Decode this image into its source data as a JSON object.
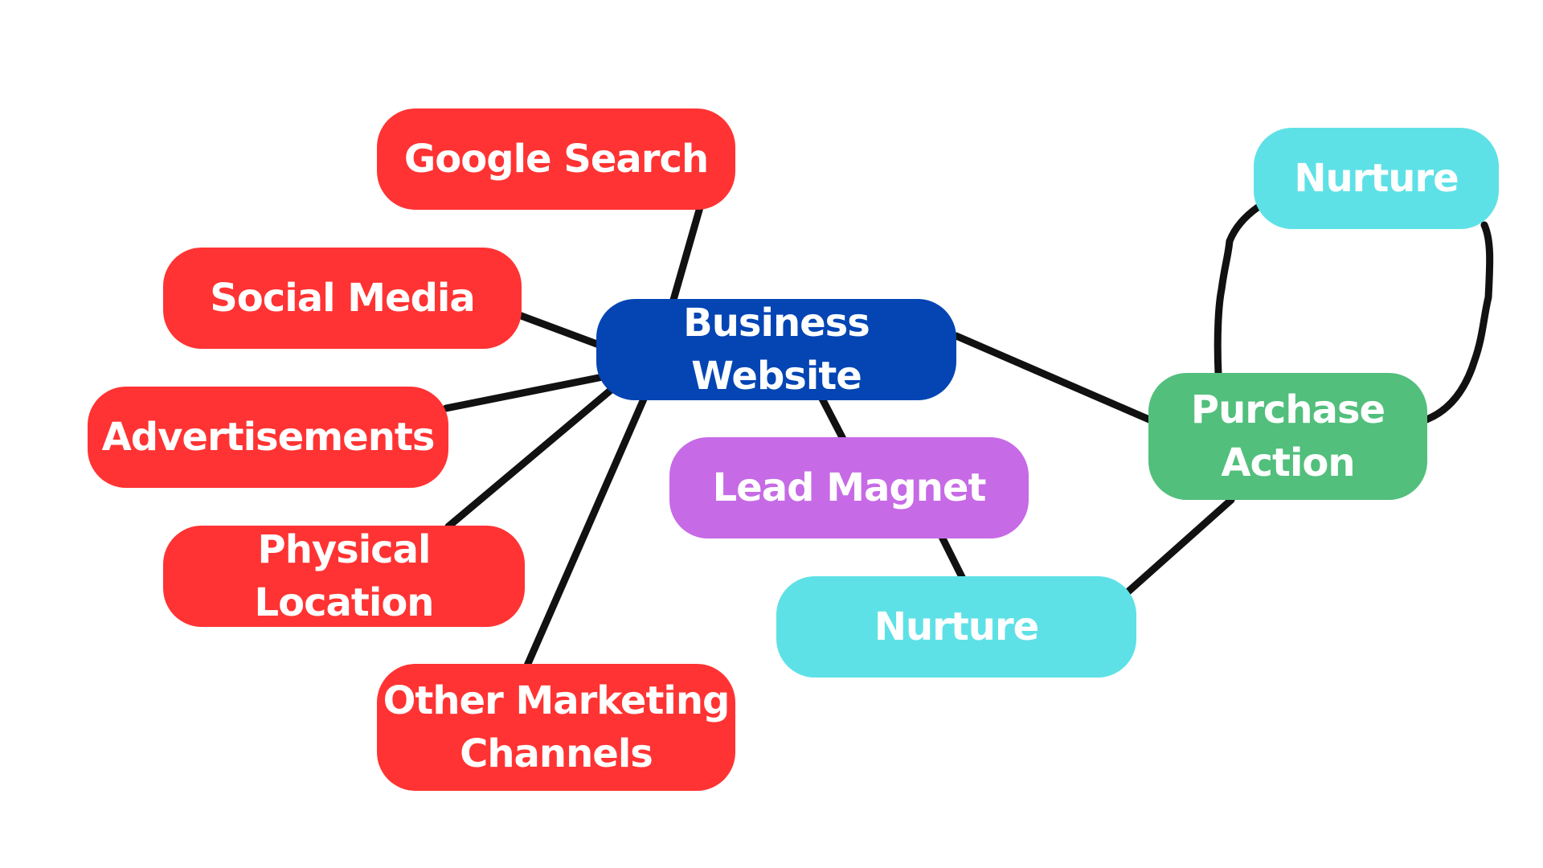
{
  "colors": {
    "source": "#ff3333",
    "hub": "#0445b3",
    "magnet": "#c66ae6",
    "nurture": "#5ee1e6",
    "purchase": "#52bf7c",
    "edge": "#111111"
  },
  "nodes": {
    "google_search": "Google Search",
    "social_media": "Social Media",
    "advertisements": "Advertisements",
    "physical_location": "Physical Location",
    "other_marketing": "Other Marketing\nChannels",
    "business_website": "Business Website",
    "lead_magnet": "Lead Magnet",
    "nurture_bottom": "Nurture",
    "purchase_action": "Purchase\nAction",
    "nurture_top": "Nurture"
  }
}
